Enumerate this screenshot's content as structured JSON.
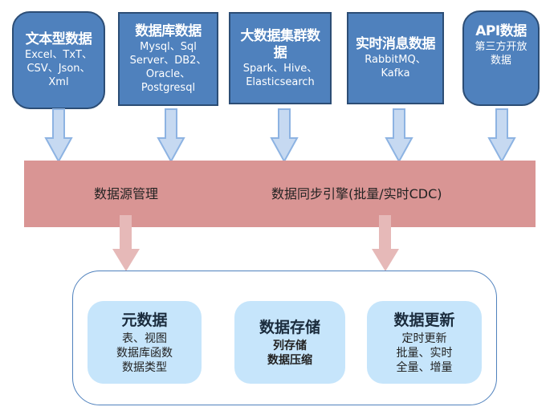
{
  "sources": [
    {
      "title": "文本型数据",
      "lines": [
        "Excel、TxT、",
        "CSV、Json、",
        "Xml"
      ]
    },
    {
      "title": "数据库数据",
      "lines": [
        "Mysql、Sql",
        "Server、DB2、",
        "Oracle、",
        "Postgresql"
      ]
    },
    {
      "title": "大数据集群数据",
      "title_lines": [
        "大数据集群数",
        "据"
      ],
      "lines": [
        "Spark、Hive、",
        "Elasticsearch"
      ]
    },
    {
      "title": "实时消息数据",
      "lines": [
        "RabbitMQ、",
        "Kafka"
      ]
    },
    {
      "title": "API数据",
      "lines": [
        "第三方开放",
        "数据"
      ]
    }
  ],
  "band": {
    "left_label": "数据源管理",
    "right_label": "数据同步引擎(批量/实时CDC)"
  },
  "cards": [
    {
      "title": "元数据",
      "lines": [
        "表、视图",
        "数据库函数",
        "数据类型"
      ]
    },
    {
      "title": "数据存储",
      "lines": [
        "列存储",
        "数据压缩"
      ]
    },
    {
      "title": "数据更新",
      "lines": [
        "定时更新",
        "批量、实时",
        "全量、增量"
      ]
    }
  ],
  "colors": {
    "source_fill": "#4f81bd",
    "source_border": "#2c4d75",
    "down_arrow_fill": "#c6d9f1",
    "down_arrow_stroke": "#8db3e2",
    "band_fill": "#d99594",
    "band_arrow_fill": "#e6b9b8",
    "card_fill": "#c6e5fb",
    "container_border": "#4f81bd"
  }
}
